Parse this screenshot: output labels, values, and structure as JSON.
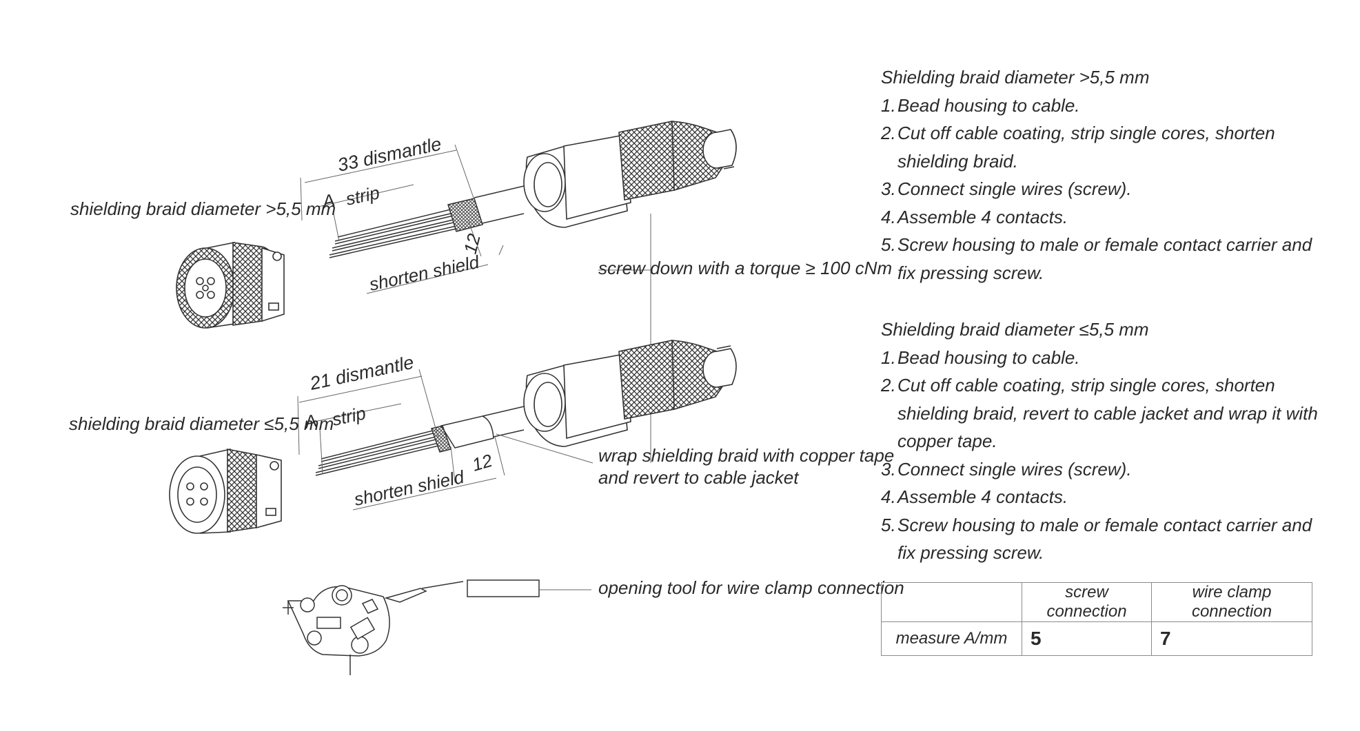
{
  "labels": {
    "braid_large_side": "shielding braid diameter >5,5 mm",
    "braid_small_side": "shielding braid diameter ≤5,5 mm",
    "dismantle_top": "33  dismantle",
    "dismantle_bottom": "21  dismantle",
    "strip_a": "A",
    "strip": "strip",
    "shorten_shield": "shorten shield",
    "dim_12": "12",
    "torque": "screw down with a torque ≥ 100 cNm",
    "wrap_line1": "wrap shielding braid with copper tape",
    "wrap_line2": "and revert to cable jacket",
    "opening_tool": "opening tool for wire clamp connection"
  },
  "instructions": {
    "section1": {
      "title": "Shielding braid diameter  >5,5 mm",
      "steps": [
        {
          "num": "1.",
          "text": "Bead housing to cable."
        },
        {
          "num": "2.",
          "text": "Cut off cable coating, strip single cores, shorten shielding braid."
        },
        {
          "num": "3.",
          "text": "Connect single wires (screw)."
        },
        {
          "num": "4.",
          "text": "Assemble 4 contacts."
        },
        {
          "num": "5.",
          "text": "Screw housing to male or female contact carrier and fix pressing screw."
        }
      ]
    },
    "section2": {
      "title": "Shielding braid diameter  ≤5,5 mm",
      "steps": [
        {
          "num": "1.",
          "text": "Bead housing to cable."
        },
        {
          "num": "2.",
          "text": "Cut off cable coating, strip single cores, shorten shielding braid, revert to cable jacket and wrap it with copper tape."
        },
        {
          "num": "3.",
          "text": "Connect single wires (screw)."
        },
        {
          "num": "4.",
          "text": "Assemble 4 contacts."
        },
        {
          "num": "5.",
          "text": "Screw housing to male or female contact carrier and fix pressing screw."
        }
      ]
    }
  },
  "table": {
    "header_blank": "",
    "col_screw": "screw connection",
    "col_clamp": "wire clamp connection",
    "row_label": "measure A/mm",
    "screw_value": "5",
    "clamp_value": "7"
  }
}
